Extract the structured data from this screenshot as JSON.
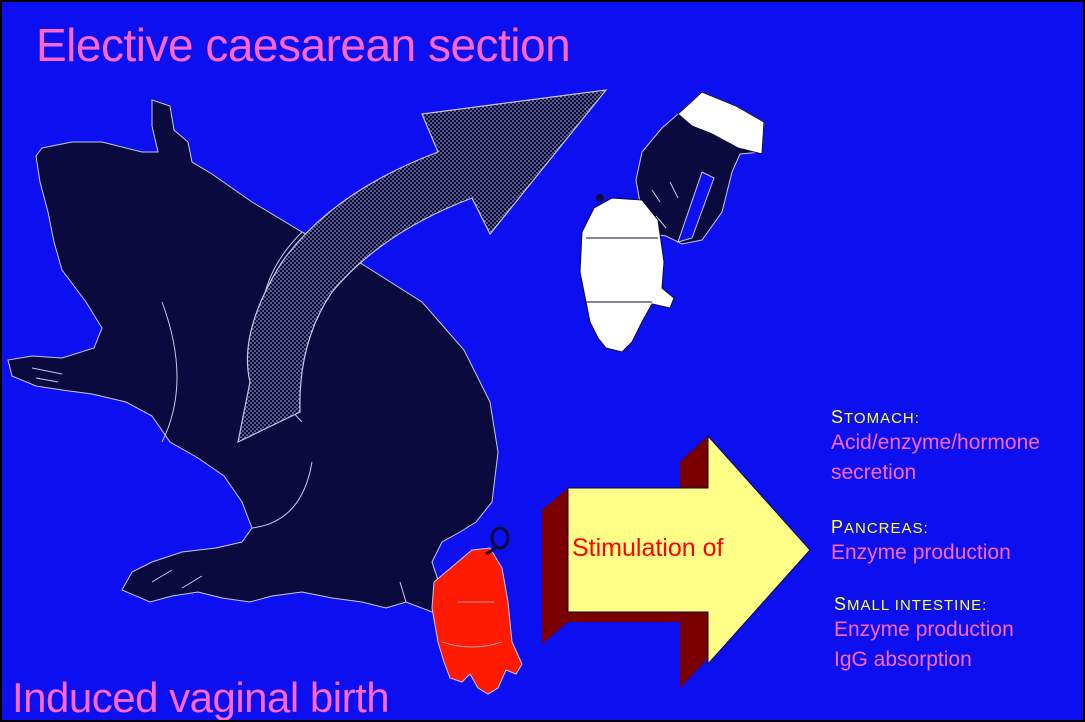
{
  "slide": {
    "title_top": "Elective caesarean section",
    "title_bottom": "Induced vaginal birth",
    "stimulation_label": "Stimulation of"
  },
  "organs": [
    {
      "heading_cap": "S",
      "heading_rest": "TOMACH:",
      "lines": [
        "Acid/enzyme/hormone",
        "secretion"
      ]
    },
    {
      "heading_cap": "P",
      "heading_rest": "ANCREAS:",
      "lines": [
        "Enzyme production"
      ]
    },
    {
      "heading_cap": "S",
      "heading_rest": "MALL INTESTINE:",
      "lines": [
        "Enzyme production",
        "IgG absorption"
      ]
    }
  ],
  "colors": {
    "background": "#0c10f0",
    "title_text": "#ff66cc",
    "heading_text": "#ffff33",
    "stimulation_text": "#ff0000",
    "sow_body": "#0a0a3e",
    "arrow_face": "#ffff88",
    "arrow_shadow": "#7a0000",
    "piglet_caesarean": "#ffffff",
    "piglet_vaginal": "#ff1a00"
  },
  "icons": [
    "sow-silhouette",
    "curved-arrow",
    "gloved-hand-icon",
    "white-piglet",
    "red-piglet",
    "yellow-3d-arrow",
    "umbilical-loop-icon"
  ]
}
